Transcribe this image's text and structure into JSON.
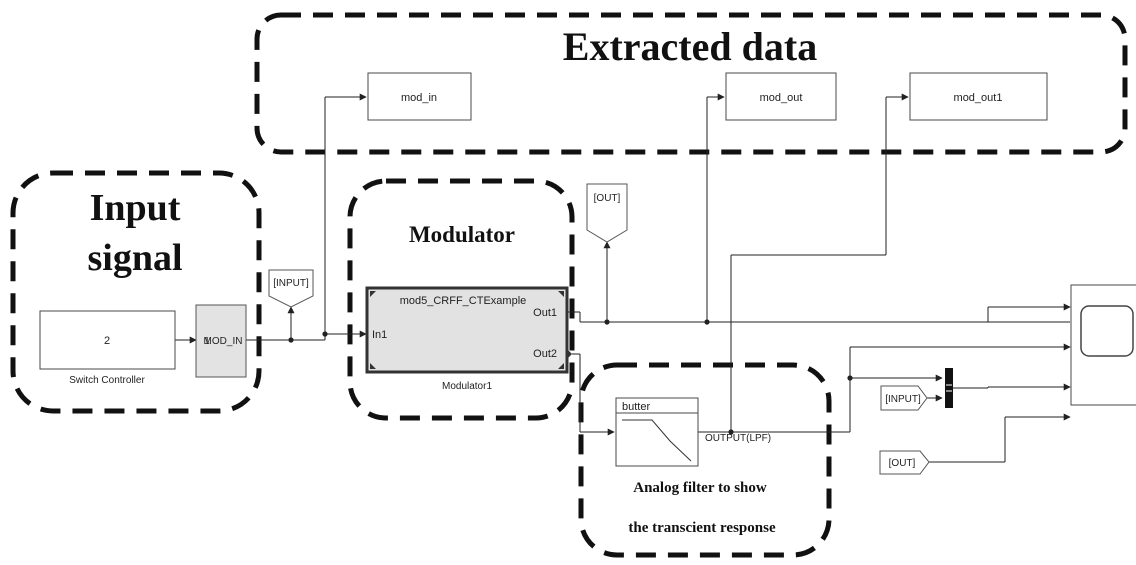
{
  "annotations": {
    "extracted_data": "Extracted data",
    "input_signal_line1": "Input",
    "input_signal_line2": "signal",
    "modulator": "Modulator",
    "analog_filter_line1": "Analog filter to show",
    "analog_filter_line2": "the transcient response"
  },
  "blocks": {
    "switch_controller_value": "2",
    "switch_controller_label": "Switch Controller",
    "mod_in_subsystem_label": "MOD_IN",
    "mod_in_subsystem_overlay": "1",
    "modulator_title": "mod5_CRFF_CTExample",
    "modulator_in1": "In1",
    "modulator_out1": "Out1",
    "modulator_out2": "Out2",
    "modulator_name": "Modulator1",
    "filter_label": "butter",
    "filter_output_label": "OUTPUT(LPF)"
  },
  "to_workspace": {
    "mod_in": "mod_in",
    "mod_out": "mod_out",
    "mod_out1": "mod_out1"
  },
  "goto_tags": {
    "input": "[INPUT]",
    "out": "[OUT]"
  },
  "from_tags": {
    "input": "[INPUT]",
    "out": "[OUT]"
  }
}
